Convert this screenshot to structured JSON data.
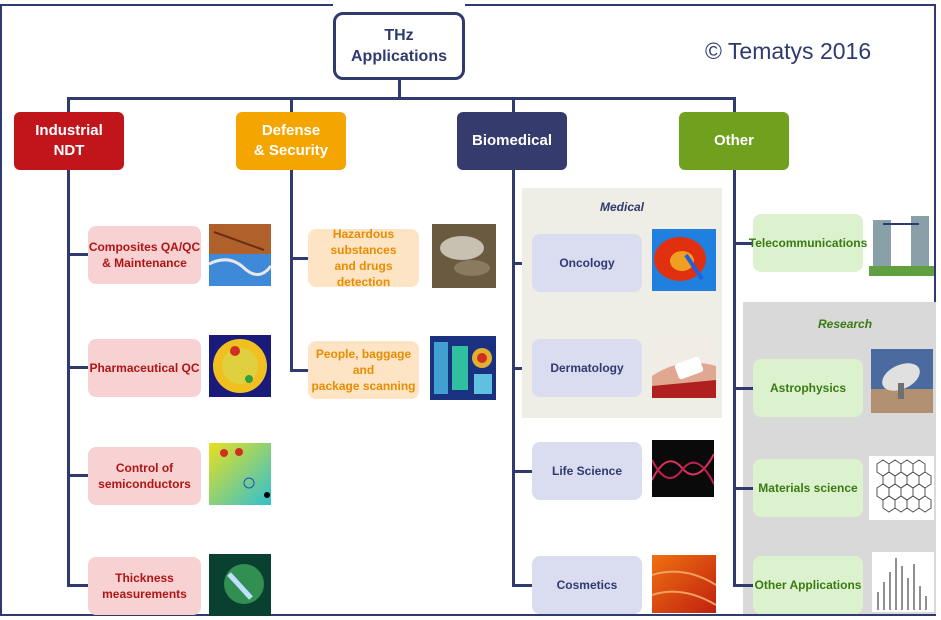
{
  "root": {
    "label": "THz\nApplications"
  },
  "copyright": "© Tematys 2016",
  "categories": {
    "industrial": {
      "label": "Industrial\nNDT",
      "color": "#c0151b"
    },
    "defense": {
      "label": "Defense\n& Security",
      "color": "#f5a500"
    },
    "biomedical": {
      "label": "Biomedical",
      "color": "#363b6e"
    },
    "other": {
      "label": "Other",
      "color": "#6fa01e"
    }
  },
  "industrial_items": [
    {
      "label": "Composites QA/QC\n& Maintenance",
      "image": "composite-scan-image"
    },
    {
      "label": "Pharmaceutical QC",
      "image": "tablet-scan-image"
    },
    {
      "label": "Control of\nsemiconductors",
      "image": "wafer-scan-image"
    },
    {
      "label": "Thickness\nmeasurements",
      "image": "thickness-probe-image"
    }
  ],
  "defense_items": [
    {
      "label": "Hazardous substances\nand drugs detection",
      "image": "substance-image"
    },
    {
      "label": "People, baggage and\npackage scanning",
      "image": "body-scan-image"
    }
  ],
  "medical_title": "Medical",
  "biomedical_items": [
    {
      "label": "Oncology",
      "image": "tumor-thermal-image"
    },
    {
      "label": "Dermatology",
      "image": "skin-bandage-image"
    },
    {
      "label": "Life Science",
      "image": "dna-helix-image"
    },
    {
      "label": "Cosmetics",
      "image": "skin-texture-image"
    }
  ],
  "research_title": "Research",
  "other_items": [
    {
      "label": "Telecommunications",
      "image": "antenna-towers-image"
    },
    {
      "label": "Astrophysics",
      "image": "radio-telescope-image"
    },
    {
      "label": "Materials science",
      "image": "graphene-lattice-image"
    },
    {
      "label": "Other Applications",
      "image": "spectrum-peaks-image"
    }
  ]
}
